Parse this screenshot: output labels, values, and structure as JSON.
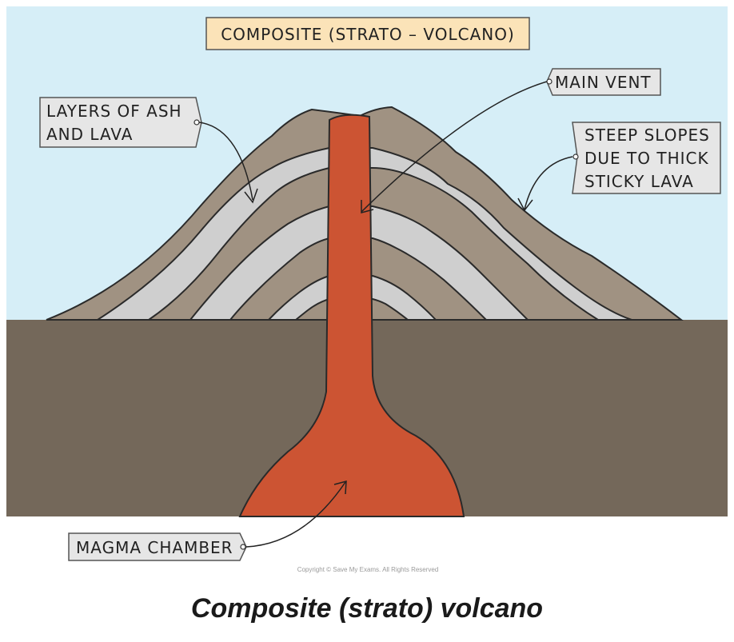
{
  "title": "COMPOSITE (STRATO – VOLCANO)",
  "labels": {
    "layers_line1": "LAYERS OF ASH",
    "layers_line2": "AND LAVA",
    "main_vent": "MAIN VENT",
    "steep_line1": "STEEP SLOPES",
    "steep_line2": "DUE TO THICK",
    "steep_line3": "STICKY LAVA",
    "magma_chamber": "MAGMA CHAMBER"
  },
  "copyright": "Copyright © Save My Exams. All Rights Reserved",
  "caption": "Composite (strato) volcano",
  "colors": {
    "sky": "#d6eef7",
    "ground": "#74685a",
    "volcano_brown": "#a09282",
    "ash_layer": "#cfcfcf",
    "magma": "#cc5433",
    "title_box": "#fbe3b8",
    "label_box": "#e6e6e6"
  }
}
